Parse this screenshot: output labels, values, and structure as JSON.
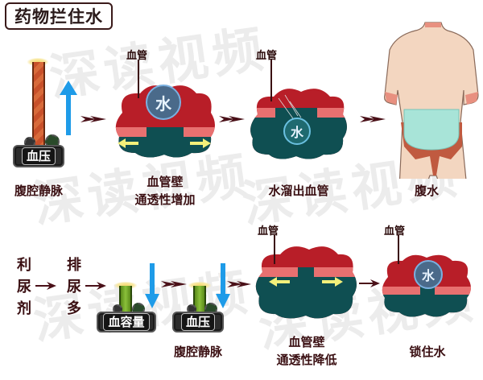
{
  "title": "药物拦住水",
  "watermark": "深读视频",
  "colors": {
    "vessel_red": "#b81e28",
    "vessel_pink": "#e87070",
    "tissue_teal": "#0f4f52",
    "water_arrow_blue": "#1e9be8",
    "yellow_arrow": "#f3f07a",
    "dark_text": "#3a0f12",
    "body_skin": "#f3d6c0",
    "ascites_fluid": "#a8e4d8"
  },
  "top_row": {
    "gauge": {
      "label": "血压",
      "caption": "腹腔静脉",
      "arrow": "up"
    },
    "vessel1": {
      "pointer": "血管",
      "ball": "水",
      "caption_line1": "血管壁",
      "caption_line2": "通透性增加"
    },
    "vessel2": {
      "pointer": "血管",
      "ball": "水",
      "caption": "水溜出血管"
    },
    "body": {
      "caption": "腹水"
    }
  },
  "bottom_row": {
    "chain": [
      {
        "text": "利\n尿\n剂",
        "chars": [
          "利",
          "尿",
          "剂"
        ]
      },
      {
        "text": "排\n尿\n多",
        "chars": [
          "排",
          "尿",
          "多"
        ]
      }
    ],
    "gauge1": {
      "label": "血容量",
      "arrow": "down"
    },
    "gauge2": {
      "label": "血压",
      "arrow": "down",
      "caption": "腹腔静脉"
    },
    "vessel3": {
      "pointer": "血管",
      "caption_line1": "血管壁",
      "caption_line2": "通透性降低"
    },
    "vessel4": {
      "pointer": "血管",
      "ball": "水",
      "caption": "锁住水"
    }
  }
}
